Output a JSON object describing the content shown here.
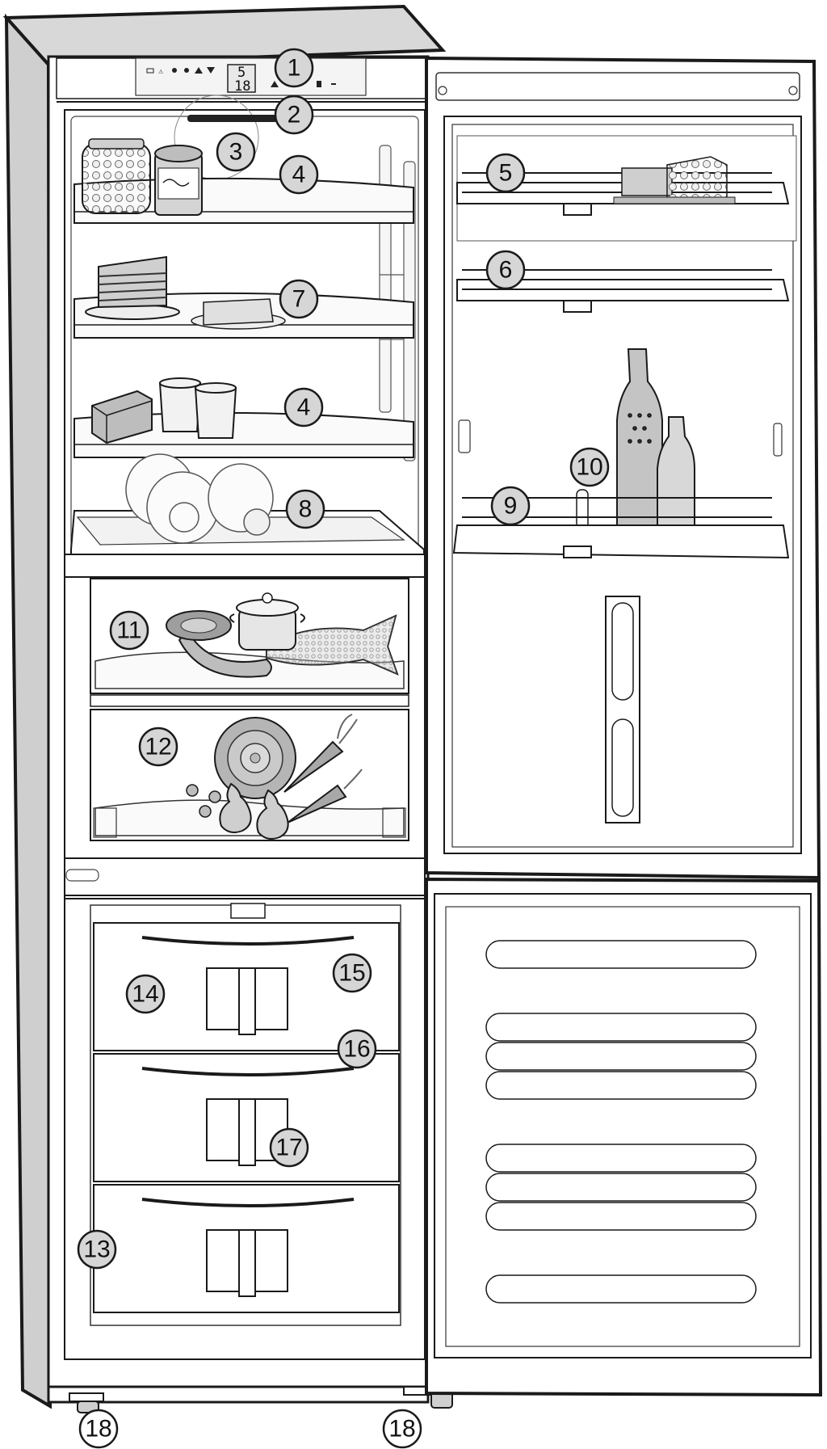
{
  "callouts": [
    {
      "id": "1",
      "label": "1"
    },
    {
      "id": "2",
      "label": "2"
    },
    {
      "id": "3",
      "label": "3"
    },
    {
      "id": "4a",
      "label": "4"
    },
    {
      "id": "4b",
      "label": "4"
    },
    {
      "id": "5",
      "label": "5"
    },
    {
      "id": "6",
      "label": "6"
    },
    {
      "id": "7",
      "label": "7"
    },
    {
      "id": "8",
      "label": "8"
    },
    {
      "id": "9",
      "label": "9"
    },
    {
      "id": "10",
      "label": "10"
    },
    {
      "id": "11",
      "label": "11"
    },
    {
      "id": "12",
      "label": "12"
    },
    {
      "id": "13",
      "label": "13"
    },
    {
      "id": "14",
      "label": "14"
    },
    {
      "id": "15",
      "label": "15"
    },
    {
      "id": "16",
      "label": "16"
    },
    {
      "id": "17",
      "label": "17"
    },
    {
      "id": "18a",
      "label": "18"
    },
    {
      "id": "18b",
      "label": "18"
    }
  ],
  "control_panel": {
    "display_top": "5",
    "display_bottom": "18"
  },
  "colors": {
    "outline": "#1a1a1a",
    "cabinet_side": "#cfcfcf",
    "cabinet_top": "#d8d8d8",
    "callout_fill": "#d6d6d6",
    "food_grey": "#bdbdbd"
  }
}
